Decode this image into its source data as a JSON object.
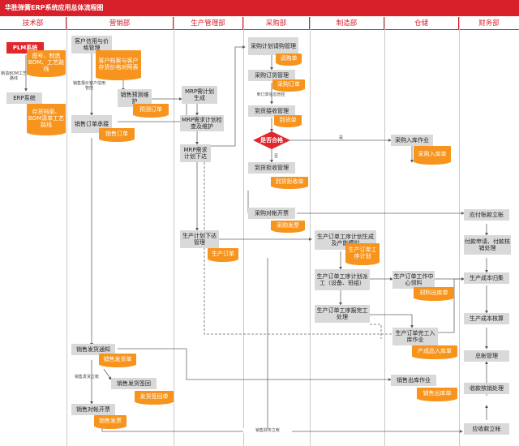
{
  "title": "华胜弹簧ERP系统应用总体流程图",
  "lanes": [
    "技术部",
    "营销部",
    "生产管理部",
    "采购部",
    "制造部",
    "仓储",
    "财务部"
  ],
  "nodes": {
    "plm": "PLM系统",
    "erp": "ERP系统",
    "credit": "客户信用与价格管理",
    "forecast": "销售预测维护",
    "sales_order": "销售订单承接",
    "ship_notice": "销售发货通知",
    "ship_sign": "销售发货签回",
    "sales_bill": "销售对帐开票",
    "mrp_gen": "MRP需计划生成",
    "mrp_check": "MRP需求计划检查及维护",
    "mrp_issue": "MRP需求计划下达",
    "prod_plan": "生产计划下达管理",
    "pur_req": "采购计划请购管理",
    "pur_order": "采购订货管理",
    "arrival": "到货接收管理",
    "qualified": "是否合格",
    "reject": "到货拒收管理",
    "pur_bill": "采购对帐开票",
    "wo_plan": "生产订单工序计划生成及产能模拟",
    "wo_dispatch": "生产订单工序计划派工（设备、班组）",
    "wo_report": "生产订单工序报完工处理",
    "pur_in": "采购入库作业",
    "wo_pick": "生产订单工作中心领料",
    "wo_in": "生产订单完工入库作业",
    "sales_out": "销售出库作业",
    "ap": "应付账款立帐",
    "pay": "付款申请、付款核销处理",
    "cost_collect": "生产成本归集",
    "cost_calc": "生产成本核算",
    "ledger": "总帐管理",
    "receipt": "收款核销处理",
    "ar": "应收款立帐"
  },
  "documents": {
    "drawing": "图号、制造BOM、工艺路线",
    "archive": "存货档案、BOM清单工艺路线",
    "cust_archive": "客户档案与客户存货价格对照表",
    "forecast_doc": "预测订单",
    "so_doc": "销售订单",
    "req_doc": "请购单",
    "po_doc": "采购订单",
    "arrival_doc": "到货单",
    "reject_doc": "到货拒收单",
    "invoice_doc": "采购发票",
    "wo_doc": "生产订单",
    "wo_doc2": "生产订单工序计划",
    "in_doc": "采购入库单",
    "pick_doc": "材料出库单",
    "finish_doc": "产成品入库单",
    "ship_doc": "销售发货单",
    "sign_doc": "发货签回单",
    "bill_doc": "销售发票",
    "out_doc": "销售出库单"
  },
  "labels": {
    "bom_import": "制造BOM工艺路线",
    "credit_ctrl": "销售报价客户信用管控",
    "transfer_ctrl": "到订单信息管控",
    "no": "否",
    "yes": "是",
    "ship_confirm": "销售发货立帐",
    "ar_transfer": "销售财务立帐"
  },
  "colors": {
    "brand": "#d8202a",
    "document": "#f7941d",
    "process": "#d9d9d9",
    "decision": "#e1262c"
  }
}
